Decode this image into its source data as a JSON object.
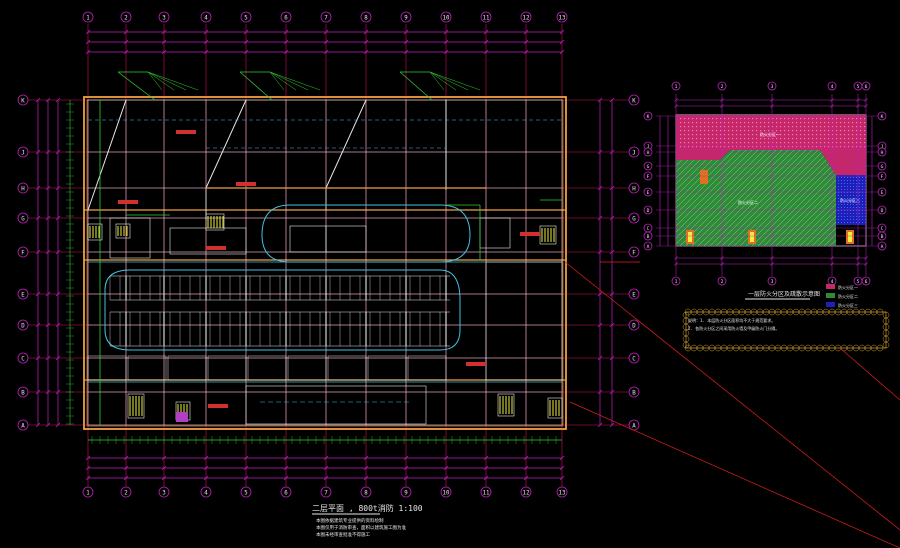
{
  "main_plan": {
    "title": "二层平面 , 800t消防 1:100",
    "notes": [
      "本图依据建筑专业提供的资料绘制",
      "本图仅用于消防审查，面积以建筑施工图为准",
      "本图未经审查批准不得施工"
    ],
    "col_labels": [
      "1",
      "2",
      "3",
      "4",
      "5",
      "6",
      "7",
      "8",
      "9",
      "10",
      "11",
      "12",
      "13"
    ],
    "row_labels": [
      "K",
      "J",
      "H",
      "G",
      "F",
      "E",
      "D",
      "C",
      "B",
      "A"
    ]
  },
  "key_plan": {
    "title": "一层防火分区及疏散示意图",
    "col_labels": [
      "1",
      "2",
      "3",
      "4",
      "5",
      "6"
    ],
    "row_labels": [
      "K",
      "J",
      "H",
      "G",
      "F",
      "E",
      "D",
      "C",
      "B",
      "A"
    ],
    "zones": [
      {
        "name": "防火分区一",
        "color": "#c4286a"
      },
      {
        "name": "防火分区二",
        "color": "#2f8a3a"
      },
      {
        "name": "防火分区三",
        "color": "#1a20b8"
      }
    ],
    "legend": [
      {
        "label": "防火分区一",
        "color": "#c4286a"
      },
      {
        "label": "防火分区二",
        "color": "#2f8a3a"
      },
      {
        "label": "防火分区三",
        "color": "#1a20b8"
      }
    ],
    "note_lines": [
      "说明：1. 本层防火分区面积均不大于规范要求。",
      "2. 各防火分区之间采用防火墙及甲级防火门分隔。"
    ]
  },
  "colors": {
    "background": "#000000",
    "dimension": "#c020c0",
    "axis_grid": "#d01060",
    "wall": "#f0a040",
    "white_line": "#e8e8e8",
    "green": "#30d030",
    "cyan": "#40c0e0",
    "yellow": "#f0f040",
    "red_leader": "#e02020"
  }
}
